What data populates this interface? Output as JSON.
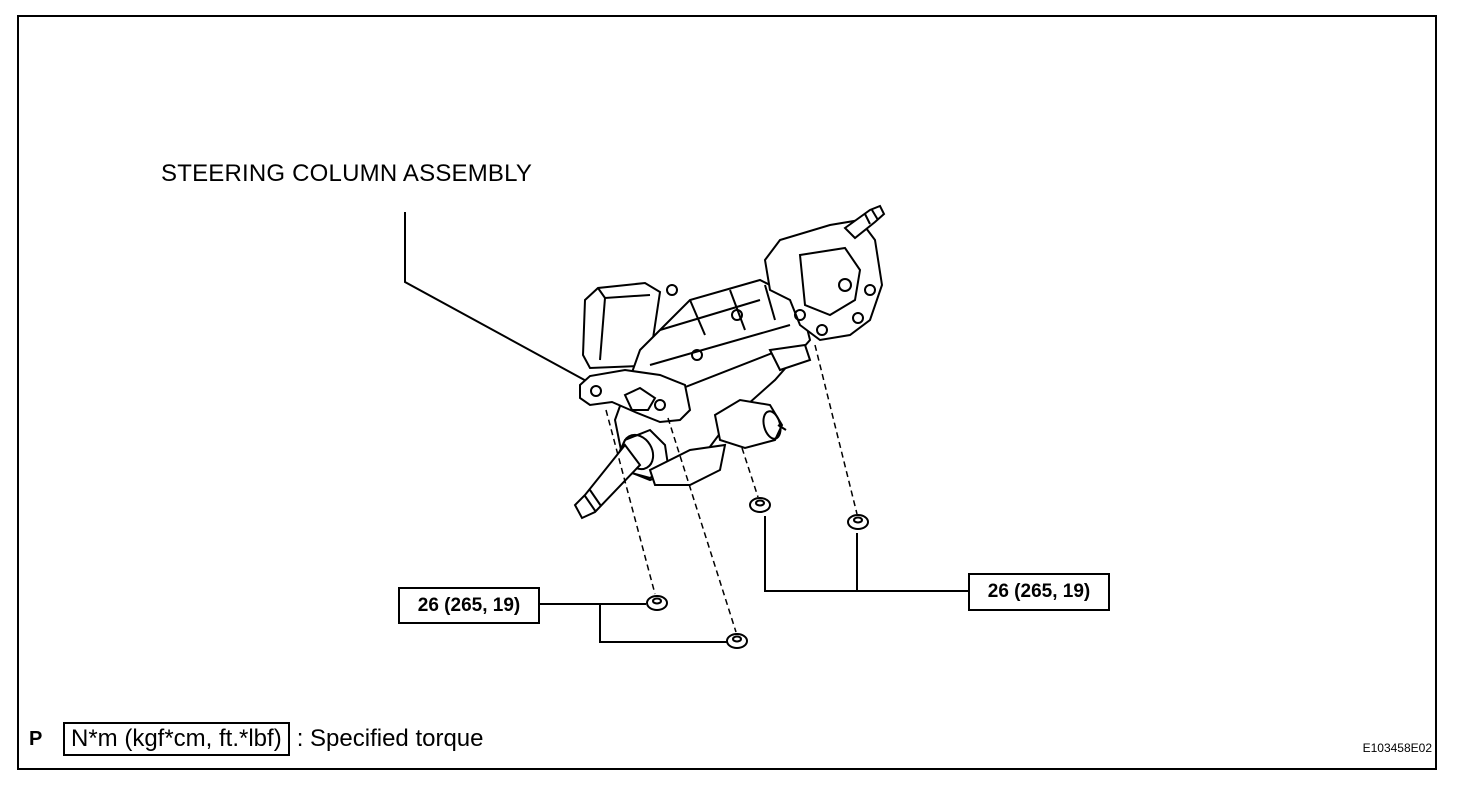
{
  "diagram": {
    "part_label": "STEERING COLUMN ASSEMBLY",
    "torque_left": "26 (265, 19)",
    "torque_right": "26 (265, 19)",
    "legend": {
      "prefix": "P",
      "unit_box": "N*m (kgf*cm, ft.*lbf)",
      "description": ": Specified torque"
    },
    "figure_id": "E103458E02"
  }
}
